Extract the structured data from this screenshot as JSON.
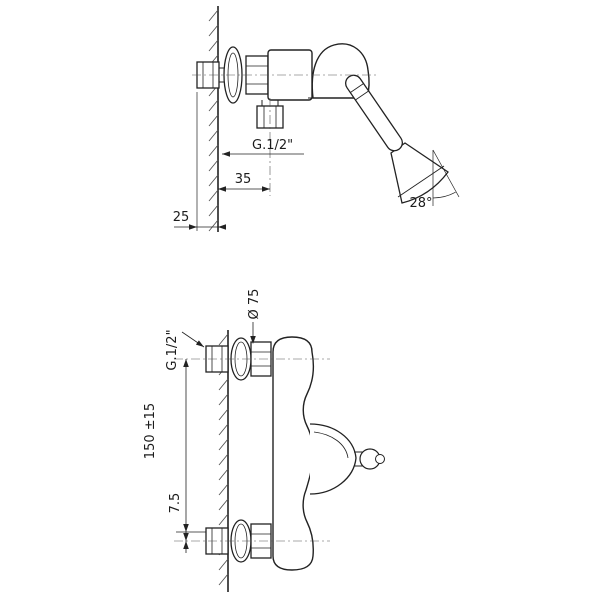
{
  "drawing": {
    "kind": "shower-mixer-dimension-drawing",
    "views": {
      "side": {
        "thread_label": "G.1/2\"",
        "dim_depth": "35",
        "dim_wall": "25",
        "angle_label": "28°"
      },
      "front": {
        "diameter_label": "Ø 75",
        "thread_label": "G.1/2\"",
        "dim_spacing": "150 ±15",
        "dim_offset": "7.5"
      }
    }
  }
}
